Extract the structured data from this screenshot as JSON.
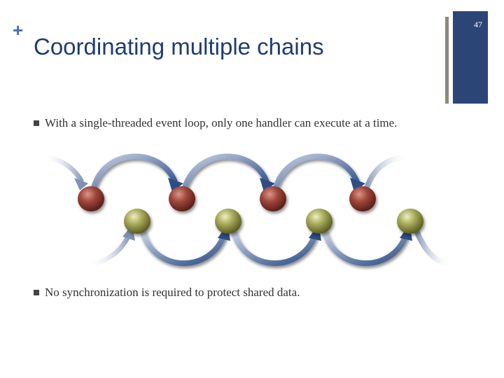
{
  "slide": {
    "title": "Coordinating multiple chains",
    "number": "47",
    "plus_mark": "+"
  },
  "bullets": [
    {
      "text": "With a single-threaded event loop, only one handler can execute at a time."
    },
    {
      "text": "No synchronization is required to protect shared data."
    }
  ],
  "diagram": {
    "chains": [
      {
        "color": "#a0463a",
        "node_count": 4
      },
      {
        "color": "#a8aa5a",
        "node_count": 4
      }
    ],
    "arrow_color": "#2d4d86",
    "icons": [
      "square-bullet-icon"
    ]
  },
  "colors": {
    "title": "#1f3c73",
    "accent_bar": "#8c8879",
    "number_box": "#2b4577",
    "plus": "#4a6fb0"
  }
}
